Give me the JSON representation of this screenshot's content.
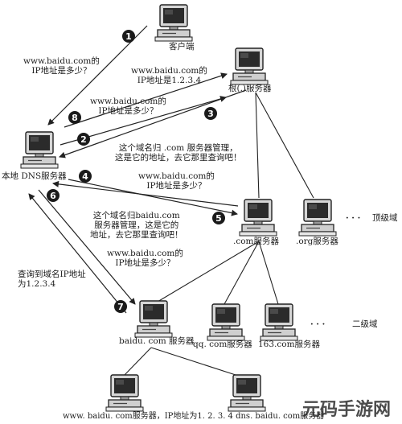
{
  "nodes": {
    "client": "客户端",
    "root": "根(.)服务器",
    "local_dns": "本地 DNS服务器",
    "com": ".com服务器",
    "org": ".org服务器",
    "tld_more": "· · ·",
    "tld_label": "顶级域",
    "baidu": "baidu. com 服务器",
    "qq": "qq. com服务器",
    "n163": "163.com服务器",
    "sld_more": "· · ·",
    "sld_label": "二级域"
  },
  "messages": {
    "m1": [
      "www.baidu.com的",
      "IP地址是多少？"
    ],
    "m8": [
      "www.baidu.com的",
      "IP地址是1.2.3.4"
    ],
    "m2": [
      "www.baidu.com的",
      "IP地址是多少？"
    ],
    "m3": [
      "这个域名归 .com 服务器管理，",
      "这是它的地址，去它那里查询吧！"
    ],
    "m4": [
      "www.baidu.com的",
      "IP地址是多少？"
    ],
    "m5": [
      "这个域名归baidu.com",
      "服务器管理，这是它的",
      "地址，去它那里查询吧！"
    ],
    "m6": [
      "www.baidu.com的",
      "IP地址是多少？"
    ],
    "m7": [
      "查询到域名IP地址",
      "为1.2.3.4"
    ]
  },
  "steps": [
    "1",
    "2",
    "3",
    "4",
    "5",
    "6",
    "7",
    "8"
  ],
  "bottom_caption": "www. baidu. com服务器，IP地址为1. 2. 3. 4  dns. baidu. com服务器",
  "watermark": "元码手游网"
}
